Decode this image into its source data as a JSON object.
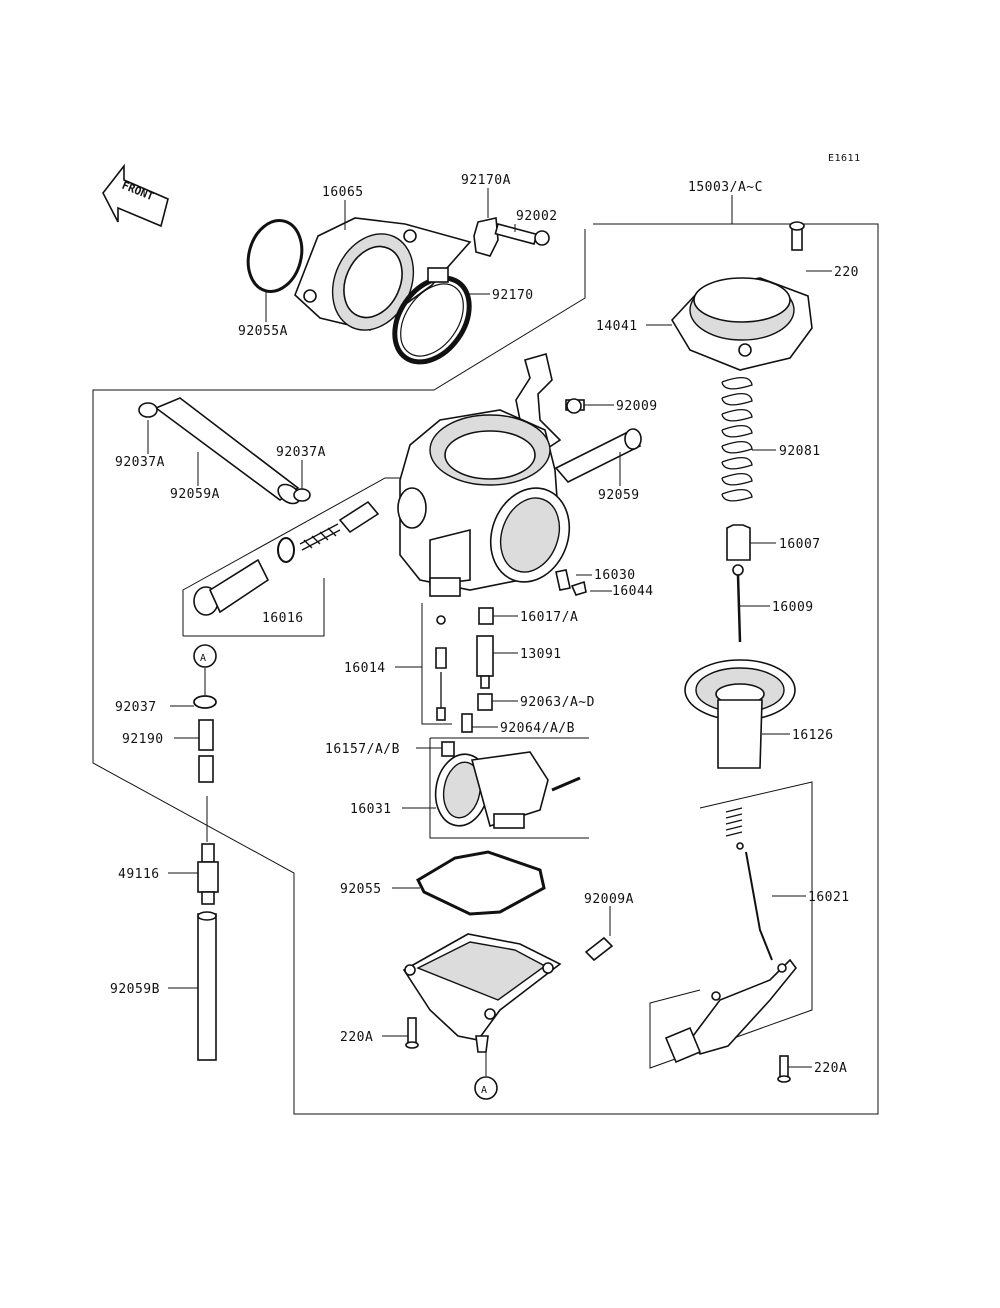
{
  "diagram_code": "E1611",
  "front_label": "FRONT",
  "circle_ref": "A",
  "labels": {
    "p16065": "16065",
    "p92170A": "92170A",
    "p92002": "92002",
    "p92170": "92170",
    "p92055A": "92055A",
    "p15003": "15003/A~C",
    "p220_top": "220",
    "p14041": "14041",
    "p92081": "92081",
    "p16007": "16007",
    "p16009": "16009",
    "p16126": "16126",
    "p16021": "16021",
    "p220A_right": "220A",
    "p92009": "92009",
    "p92037A_left": "92037A",
    "p92059A": "92059A",
    "p92037A": "92037A",
    "p92059": "92059",
    "p16030": "16030",
    "p16044": "16044",
    "p16016": "16016",
    "p16017": "16017/A",
    "p13091": "13091",
    "p16014": "16014",
    "p92063": "92063/A~D",
    "p92064": "92064/A/B",
    "p16157": "16157/A/B",
    "p16031": "16031",
    "p92037": "92037",
    "p92190": "92190",
    "p49116": "49116",
    "p92059B": "92059B",
    "p92055": "92055",
    "p92009A": "92009A",
    "p220A_left": "220A"
  }
}
